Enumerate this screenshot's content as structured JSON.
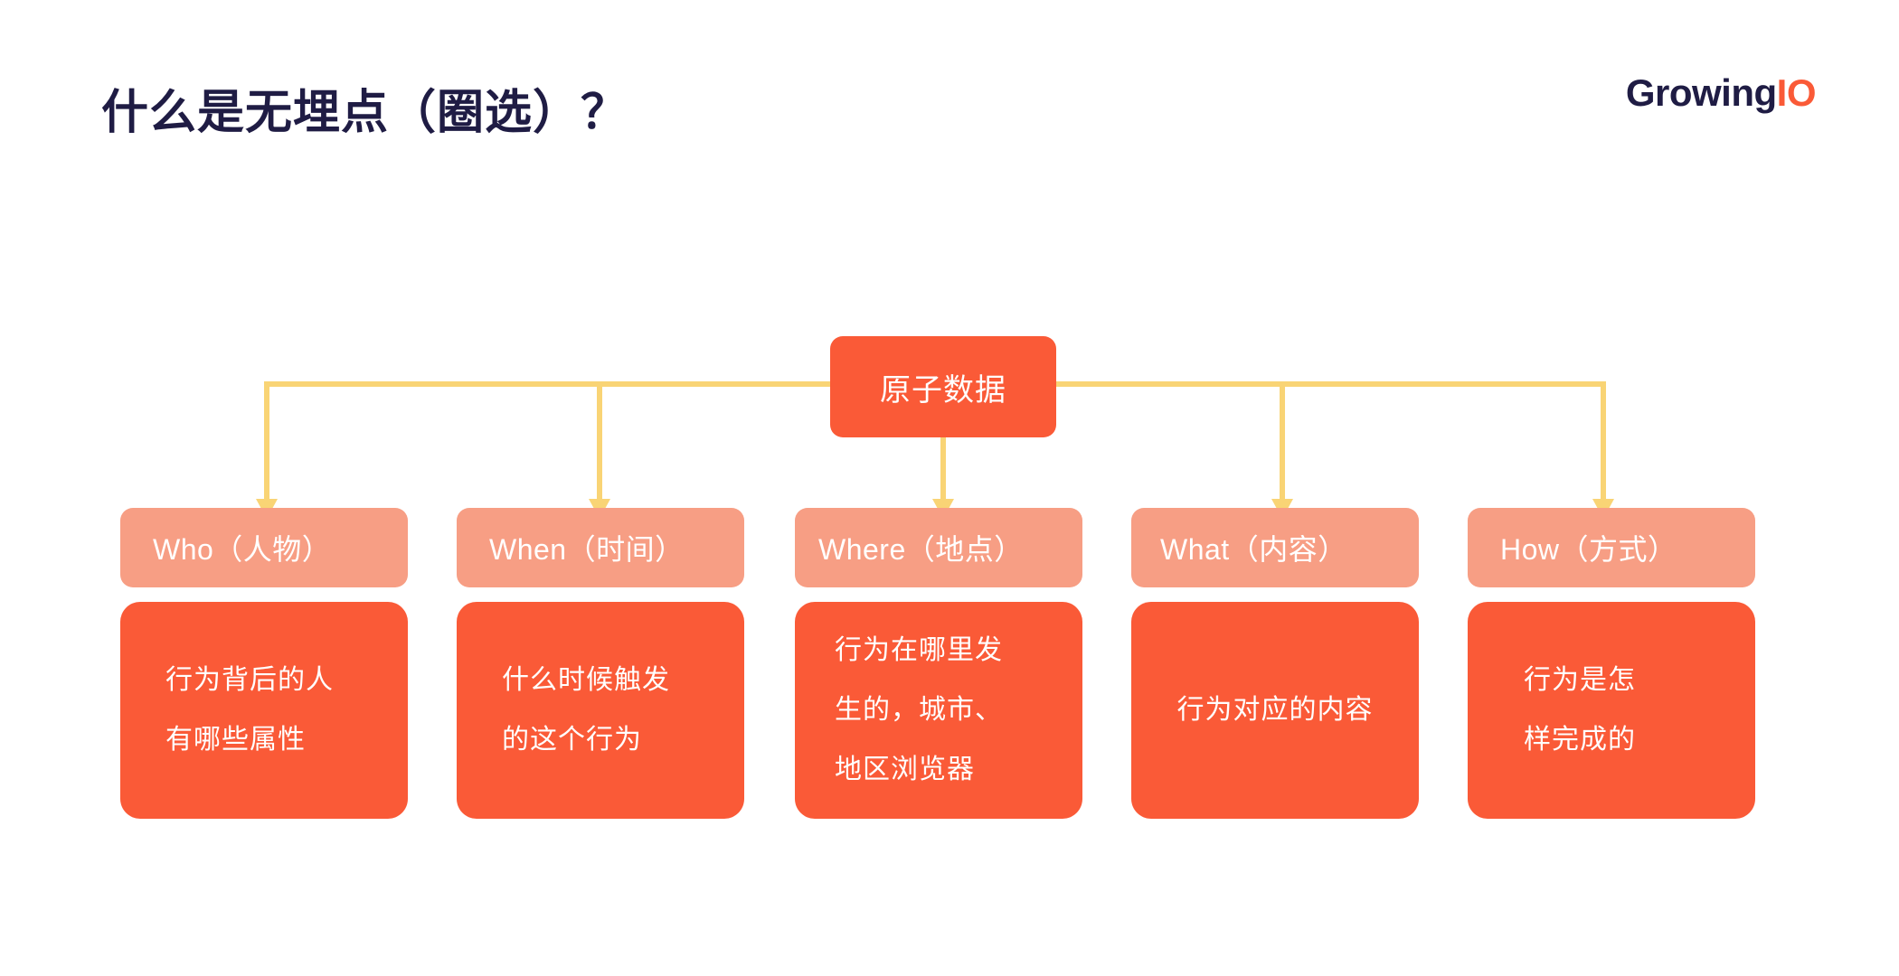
{
  "header": {
    "title": "什么是无埋点（圈选）？",
    "logo": {
      "part_dark": "Growing",
      "part_accent": "IO"
    }
  },
  "colors": {
    "title_navy": "#1f1c44",
    "accent_orange": "#fa5a37",
    "label_salmon": "#f79e84",
    "connector_yellow": "#f9d475",
    "background": "#ffffff",
    "node_text": "#ffffff"
  },
  "diagram": {
    "type": "tree",
    "root": {
      "label": "原子数据"
    },
    "branches": [
      {
        "key": "who",
        "label": "Who（人物）",
        "description_lines": [
          "行为背后的人",
          "有哪些属性"
        ]
      },
      {
        "key": "when",
        "label": "When（时间）",
        "description_lines": [
          "什么时候触发",
          "的这个行为"
        ]
      },
      {
        "key": "where",
        "label": "Where（地点）",
        "description_lines": [
          "行为在哪里发",
          "生的，城市、",
          "地区浏览器"
        ]
      },
      {
        "key": "what",
        "label": "What（内容）",
        "description_lines": [
          "行为对应的内容"
        ]
      },
      {
        "key": "how",
        "label": "How（方式）",
        "description_lines": [
          "行为是怎",
          "样完成的"
        ]
      }
    ]
  }
}
